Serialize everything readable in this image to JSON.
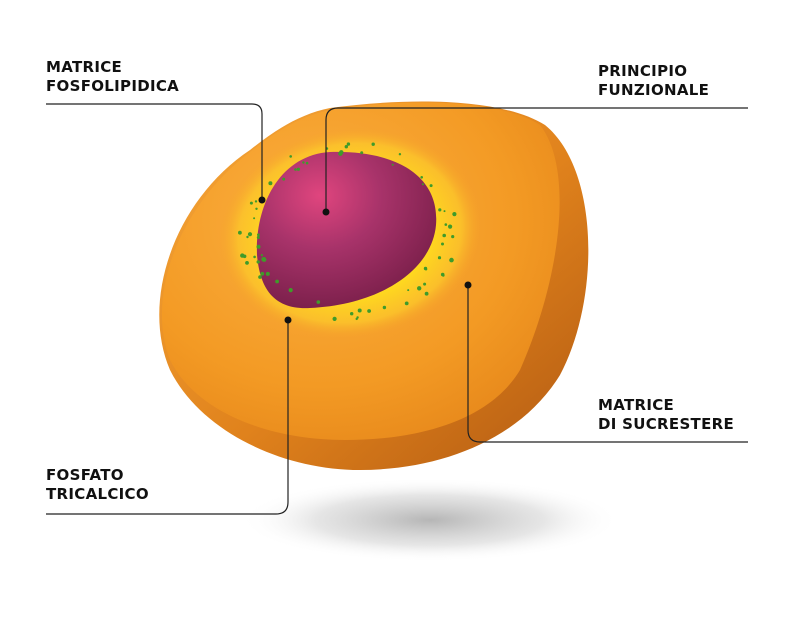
{
  "labels": {
    "matrice_fosfolipidica": {
      "line1": "MATRICE",
      "line2": "FOSFOLIPIDICA"
    },
    "principio_funzionale": {
      "line1": "PRINCIPIO",
      "line2": "FUNZIONALE"
    },
    "matrice_sucrestere": {
      "line1": "MATRICE",
      "line2": "DI SUCRESTERE"
    },
    "fosfato_tricalcico": {
      "line1": "FOSFATO",
      "line2": "TRICALCICO"
    }
  },
  "colors": {
    "outer_matrix": "#f39a24",
    "phospholipid_layer": "#ffe11a",
    "core": "#8e2657",
    "particles": "#3f9b2a",
    "leader_lines": "#222222"
  }
}
